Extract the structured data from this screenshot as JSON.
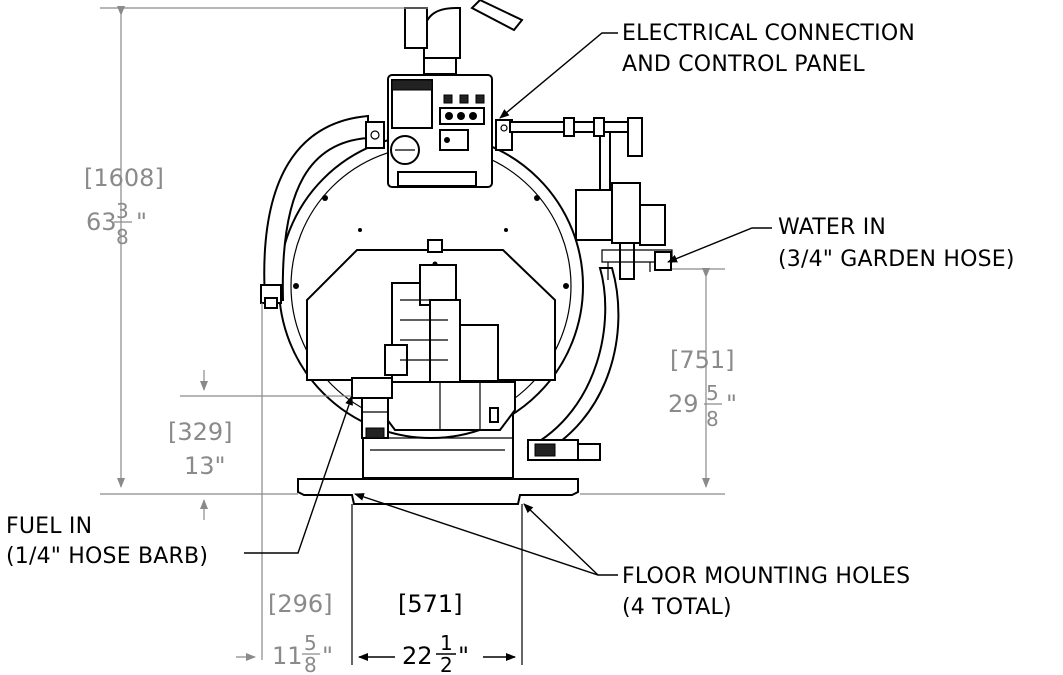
{
  "labels": {
    "electrical_line1": "ELECTRICAL CONNECTION",
    "electrical_line2": "AND CONTROL PANEL",
    "water_line1": "WATER IN",
    "water_line2": "(3/4\" GARDEN HOSE)",
    "fuel_line1": "FUEL IN",
    "fuel_line2": "(1/4\" HOSE BARB)",
    "floor_line1": "FLOOR MOUNTING HOLES",
    "floor_line2": "(4 TOTAL)"
  },
  "dimensions": {
    "overall_height": {
      "metric": "[1608]",
      "whole": "63",
      "numerator": "3",
      "denominator": "8",
      "unit": "\""
    },
    "water_height": {
      "metric": "[751]",
      "whole": "29",
      "numerator": "5",
      "denominator": "8",
      "unit": "\""
    },
    "fuel_height": {
      "metric": "[329]",
      "inches": "13\""
    },
    "fuel_offset": {
      "metric": "[296]",
      "whole": "11",
      "numerator": "5",
      "denominator": "8",
      "unit": "\""
    },
    "hole_spacing": {
      "metric": "[571]",
      "whole": "22",
      "numerator": "1",
      "denominator": "2",
      "unit": "\""
    }
  },
  "colors": {
    "line": "#000000",
    "dimension": "#8a8a8a",
    "background": "#ffffff"
  }
}
